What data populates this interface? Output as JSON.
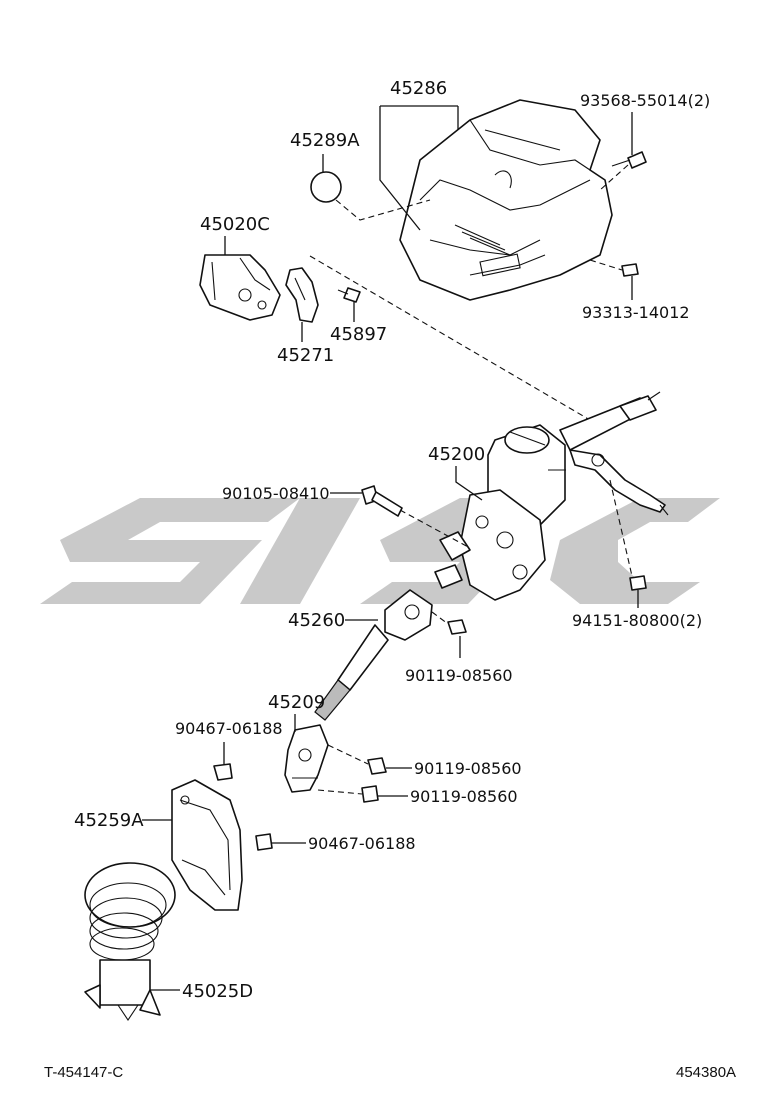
{
  "watermark": "SJSC",
  "footer": {
    "left_code": "T-454147-C",
    "right_code": "454380A"
  },
  "labels": {
    "cover": "45286",
    "ball": "45289A",
    "screw_top": "93568-55014(2)",
    "screw_cover": "93313-14012",
    "lock": "45020C",
    "bracket": "45271",
    "bolt_small": "45897",
    "column": "45200",
    "bolt_long": "90105-08410",
    "nut": "94151-80800(2)",
    "shaft": "45260",
    "bolt_shaft": "90119-08560",
    "joint": "45209",
    "clip_a": "90467-06188",
    "bolt_j1": "90119-08560",
    "bolt_j2": "90119-08560",
    "boot_cover": "45259A",
    "clip_b": "90467-06188",
    "boot": "45025D"
  }
}
